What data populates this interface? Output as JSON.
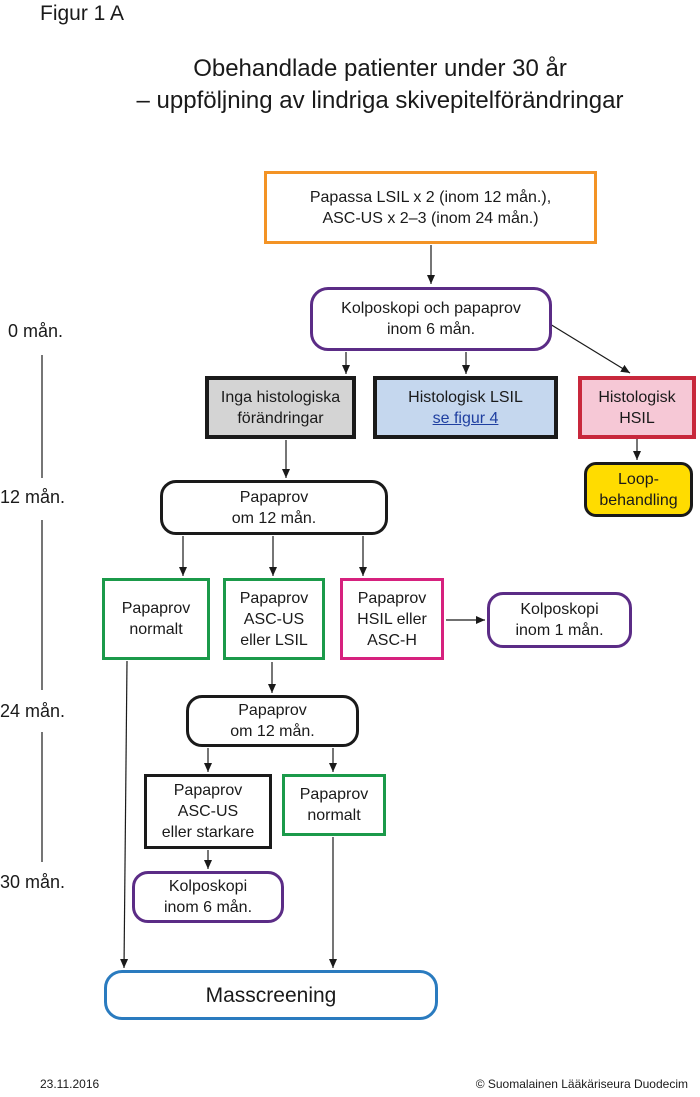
{
  "figure_label": "Figur 1 A",
  "title": {
    "line1": "Obehandlade patienter under 30 år",
    "line2": "– uppföljning av lindriga skivepitelförändringar"
  },
  "timeline": [
    "0 mån.",
    "12 mån.",
    "24 mån.",
    "30 mån."
  ],
  "nodes": {
    "start": [
      "Papassa LSIL x 2 (inom 12 mån.),",
      "ASC-US x 2–3 (inom 24 mån.)"
    ],
    "colposcopy0": [
      "Kolposkopi och papaprov",
      "inom 6 mån."
    ],
    "no_changes": [
      "Inga histologiska",
      "förändringar"
    ],
    "hist_lsil": {
      "line1": "Histologisk LSIL",
      "link": "se figur 4"
    },
    "hist_hsil": [
      "Histologisk",
      "HSIL"
    ],
    "loop": [
      "Loop-",
      "behandling"
    ],
    "pap12": [
      "Papaprov",
      "om 12 mån."
    ],
    "pap_normal": [
      "Papaprov",
      "normalt"
    ],
    "pap_ascus_lsil": [
      "Papaprov",
      "ASC-US",
      "eller LSIL"
    ],
    "pap_hsil": [
      "Papaprov",
      "HSIL eller",
      "ASC-H"
    ],
    "colposcopy1": [
      "Kolposkopi",
      "inom 1 mån."
    ],
    "pap24": [
      "Papaprov",
      "om 12 mån."
    ],
    "pap_ascus_stronger": [
      "Papaprov",
      "ASC-US",
      "eller starkare"
    ],
    "pap_normal2": [
      "Papaprov",
      "normalt"
    ],
    "colposcopy6": [
      "Kolposkopi",
      "inom 6 mån."
    ],
    "mass": "Masscreening"
  },
  "colors": {
    "orange": "#f39325",
    "purple": "#5b2c86",
    "black": "#1a1a1a",
    "gray_fill": "#d4d4d4",
    "blue": "#1e4f8f",
    "blue_fill": "#c5d7ee",
    "red": "#c8283c",
    "pink_fill": "#f6c8d6",
    "yellow_fill": "#ffdc00",
    "green": "#1b9a4a",
    "magenta": "#d6217e",
    "mass_blue": "#2a7bbf"
  },
  "footer": {
    "date": "23.11.2016",
    "copyright": "© Suomalainen Lääkäriseura Duodecim"
  }
}
